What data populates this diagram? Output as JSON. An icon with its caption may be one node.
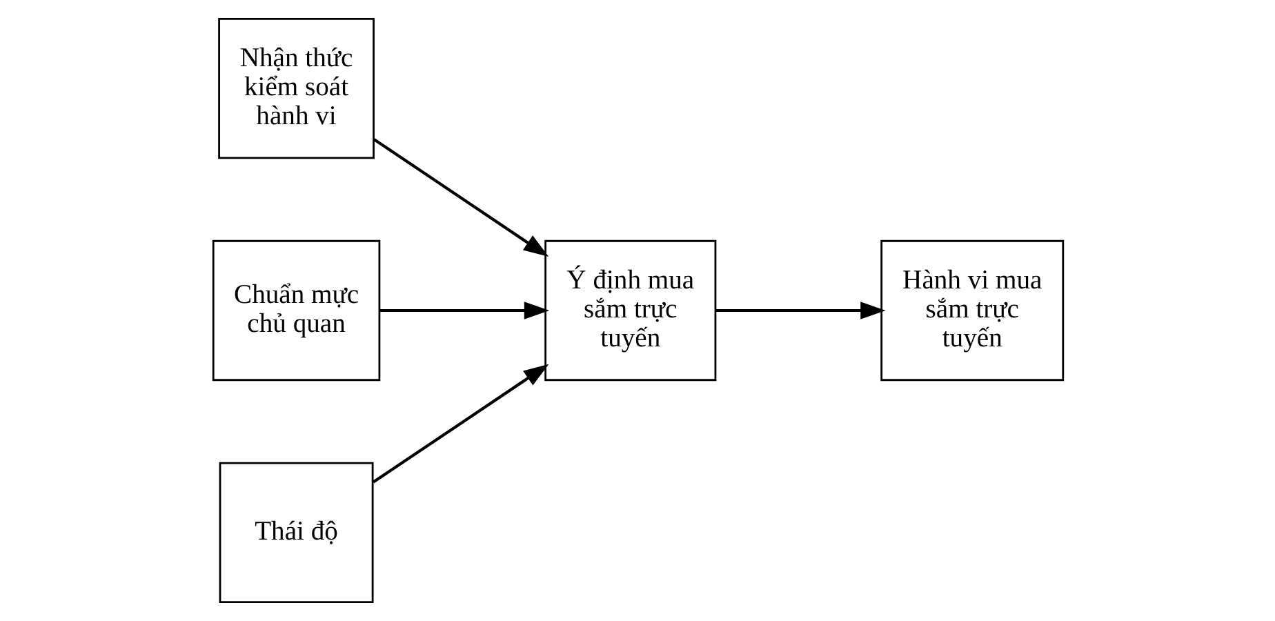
{
  "diagram": {
    "nodes": [
      {
        "text": [
          "Nhận thức kiểm soát hành vi"
        ]
      },
      {
        "text": [
          "Chuẩn mực chủ quan"
        ]
      },
      {
        "text": [
          "Thái độ"
        ]
      },
      {
        "text": [
          "Ý định mua sắm trực tuyến"
        ]
      },
      {
        "text": [
          "Hành vi mua sắm trực tuyến"
        ]
      }
    ],
    "edges": [
      {
        "from": 0,
        "to": 3,
        "arrow": "to"
      },
      {
        "from": 1,
        "to": 3,
        "arrow": "to"
      },
      {
        "from": 2,
        "to": 3,
        "arrow": "to"
      },
      {
        "from": 3,
        "to": 4,
        "arrow": "to"
      }
    ]
  }
}
